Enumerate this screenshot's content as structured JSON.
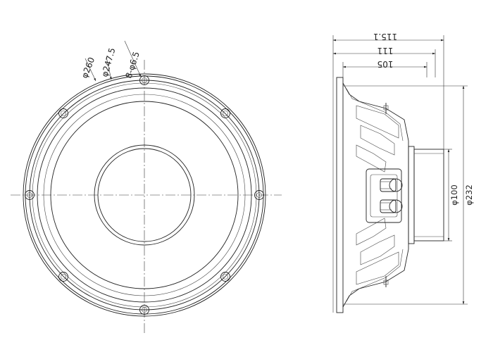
{
  "front_view": {
    "labels": [
      "φ260",
      "φ247.5",
      "8-φ6.5"
    ]
  },
  "side_view": {
    "top_dims": [
      "115.1",
      "111",
      "105"
    ],
    "right_dims": [
      "φ100",
      "φ232"
    ]
  }
}
